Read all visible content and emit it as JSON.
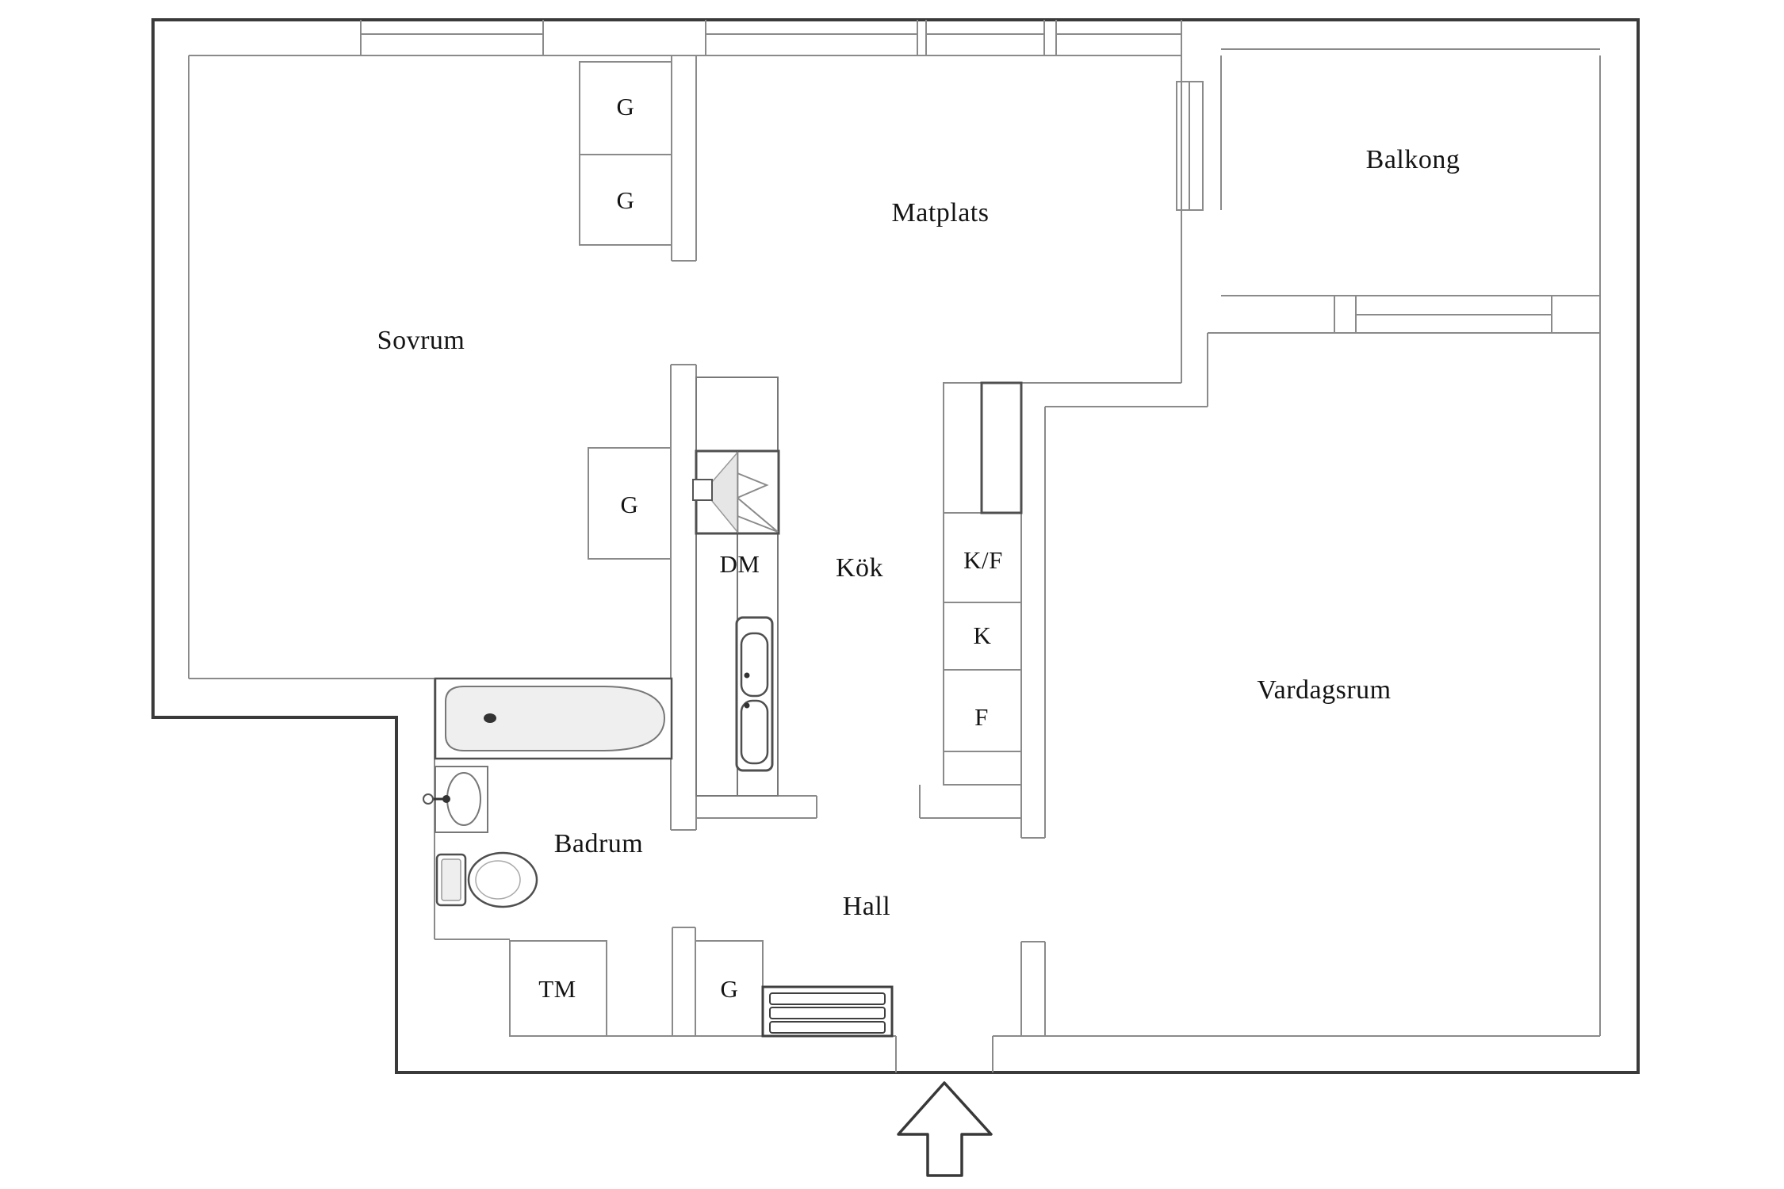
{
  "plan": {
    "rooms": {
      "sovrum": {
        "label": "Sovrum"
      },
      "matplats": {
        "label": "Matplats"
      },
      "balkong": {
        "label": "Balkong"
      },
      "kok": {
        "label": "Kök"
      },
      "vardagsrum": {
        "label": "Vardagsrum"
      },
      "badrum": {
        "label": "Badrum"
      },
      "hall": {
        "label": "Hall"
      }
    },
    "fixtures": {
      "dishwasher": "DM",
      "fridge_freezer": "K/F",
      "fridge": "K",
      "freezer": "F",
      "washing_machine": "TM",
      "wardrobe": "G"
    },
    "icons": {
      "entrance_arrow": "arrow-up"
    },
    "colors": {
      "outer_wall": "#3a3a3a",
      "inner_line": "#8a8a8a",
      "fixture_line": "#4f4f4f",
      "text": "#141414",
      "shade": "#e6e6e6"
    }
  }
}
